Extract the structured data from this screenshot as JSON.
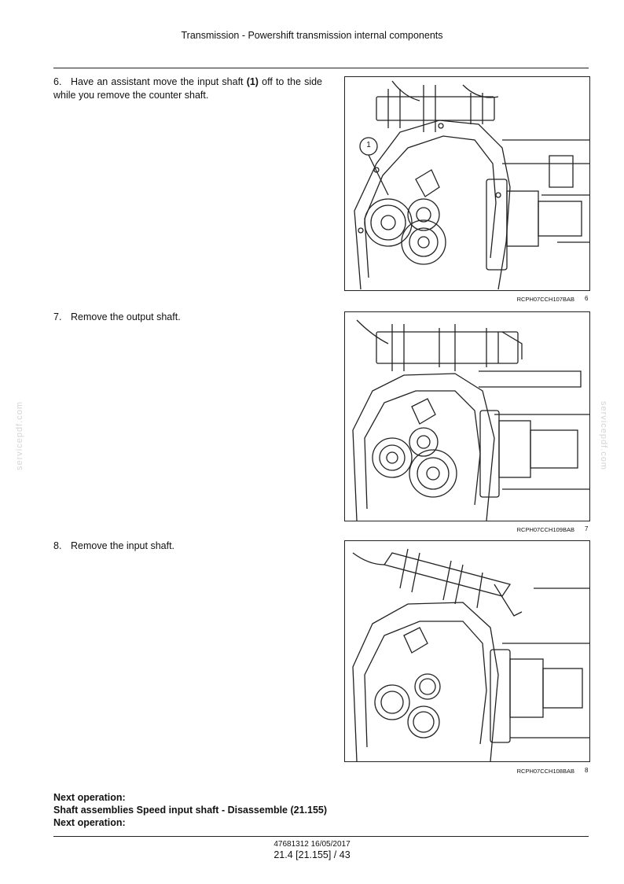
{
  "header": {
    "title": "Transmission - Powershift transmission internal components"
  },
  "steps": [
    {
      "num": "6.",
      "text_before": "Have an assistant move the input shaft ",
      "ref": "(1)",
      "text_after": " off to the side while you remove the counter shaft."
    },
    {
      "num": "7.",
      "text": "Remove the output shaft."
    },
    {
      "num": "8.",
      "text": "Remove the input shaft."
    }
  ],
  "figures": [
    {
      "code": "RCPH07CCH107BAB",
      "number": "6",
      "callout": "1"
    },
    {
      "code": "RCPH07CCH109BAB",
      "number": "7"
    },
    {
      "code": "RCPH07CCH108BAB",
      "number": "8"
    }
  ],
  "next_ops": {
    "line1": "Next operation:",
    "line2": "Shaft assemblies Speed input shaft - Disassemble (21.155)",
    "line3": "Next operation:"
  },
  "footer": {
    "doc_ref": "47681312 16/05/2017",
    "page_ref": "21.4 [21.155] / 43"
  },
  "watermark": {
    "text": "servicepdf.com"
  }
}
